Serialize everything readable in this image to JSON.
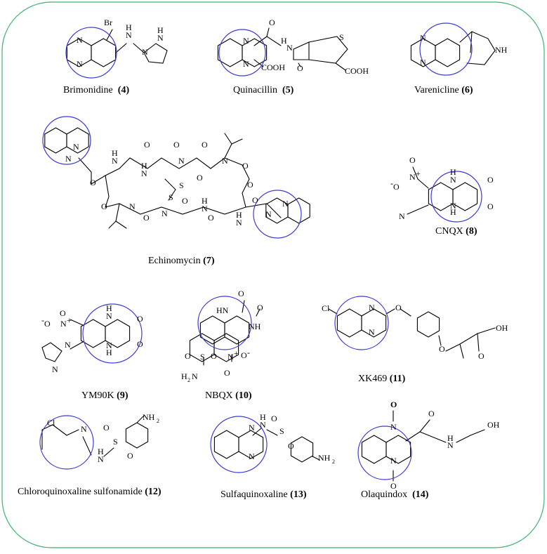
{
  "colors": {
    "frame": "#3cb371",
    "highlight": "#3b3bd6",
    "bond": "#000000"
  },
  "compounds": [
    {
      "name": "Brimonidine",
      "number": "(4)"
    },
    {
      "name": "Quinacillin",
      "number": "(5)"
    },
    {
      "name": "Varenicline",
      "number": "(6)"
    },
    {
      "name": "Echinomycin",
      "number": "(7)"
    },
    {
      "name": "CNQX",
      "number": "(8)"
    },
    {
      "name": "YM90K",
      "number": "(9)"
    },
    {
      "name": "NBQX",
      "number": "(10)"
    },
    {
      "name": "XK469",
      "number": "(11)"
    },
    {
      "name": "Chloroquinoxaline sulfonamide",
      "number": "(12)"
    },
    {
      "name": "Sulfaquinoxaline",
      "number": "(13)"
    },
    {
      "name": "Olaquindox",
      "number": "(14)"
    }
  ],
  "atoms": {
    "br": "Br",
    "h": "H",
    "n": "N",
    "nh": "NH",
    "hn": "HN",
    "o": "O",
    "s": "S",
    "cooh": "COOH",
    "oh": "OH",
    "cl": "Cl",
    "nh2": "NH",
    "h2n": "H",
    "sub2": "2",
    "nplus": "N",
    "plus": "+",
    "ominus": "O",
    "minus": "-",
    "obold": "O"
  }
}
